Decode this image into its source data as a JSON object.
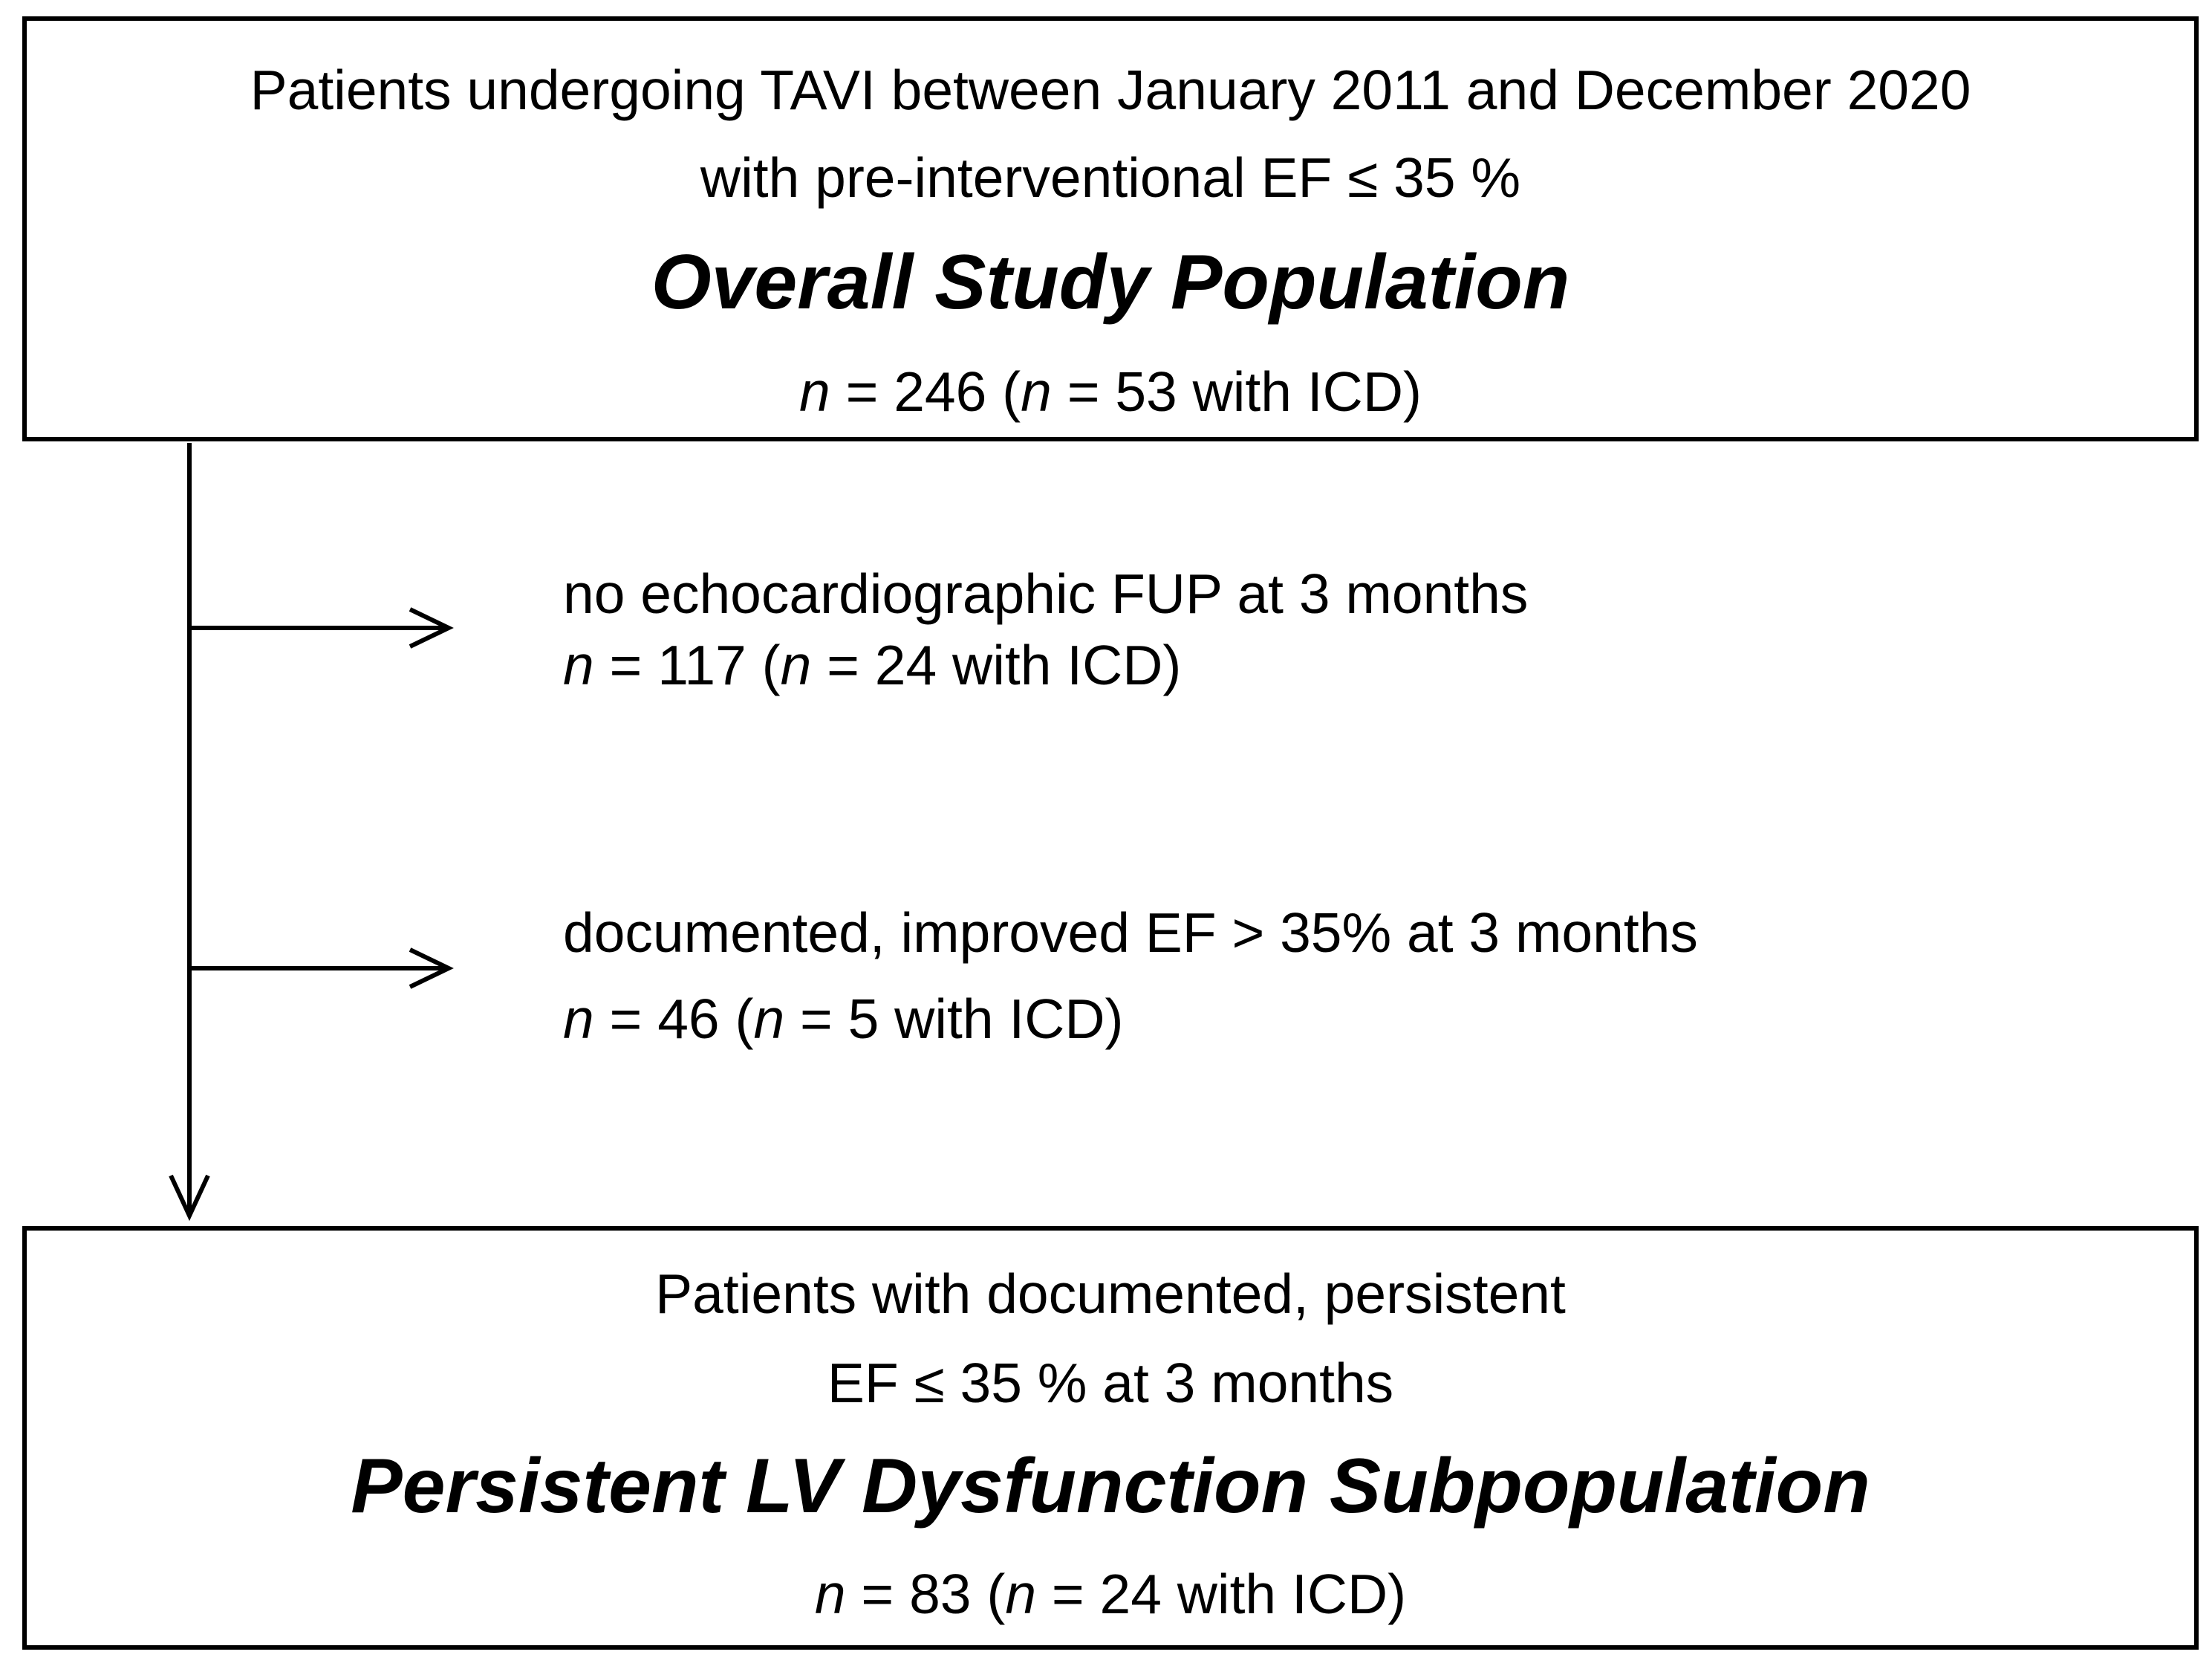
{
  "top_box": {
    "line1": "Patients undergoing TAVI between January 2011 and December 2020",
    "line2": "with pre-interventional EF ≤ 35 %",
    "heading": "Overall Study Population",
    "count": {
      "n_label": "n",
      "n_value": " = 246 (",
      "icd_label": "n",
      "icd_value": " = 53 with ICD)"
    }
  },
  "exclusion_1": {
    "text": "no echocardiographic FUP at 3 months",
    "count": {
      "n_label": "n",
      "n_value": " = 117 (",
      "icd_label": "n",
      "icd_value": " = 24 with ICD)"
    }
  },
  "exclusion_2": {
    "text": "documented, improved EF > 35% at 3 months",
    "count": {
      "n_label": "n",
      "n_value": " = 46 (",
      "icd_label": "n",
      "icd_value": " = 5 with ICD)"
    }
  },
  "bottom_box": {
    "line1": "Patients with documented, persistent",
    "line2": "EF ≤ 35 % at 3 months",
    "heading": "Persistent LV Dysfunction Subpopulation",
    "count": {
      "n_label": "n",
      "n_value": " = 83 (",
      "icd_label": "n",
      "icd_value": " = 24 with ICD)"
    }
  }
}
